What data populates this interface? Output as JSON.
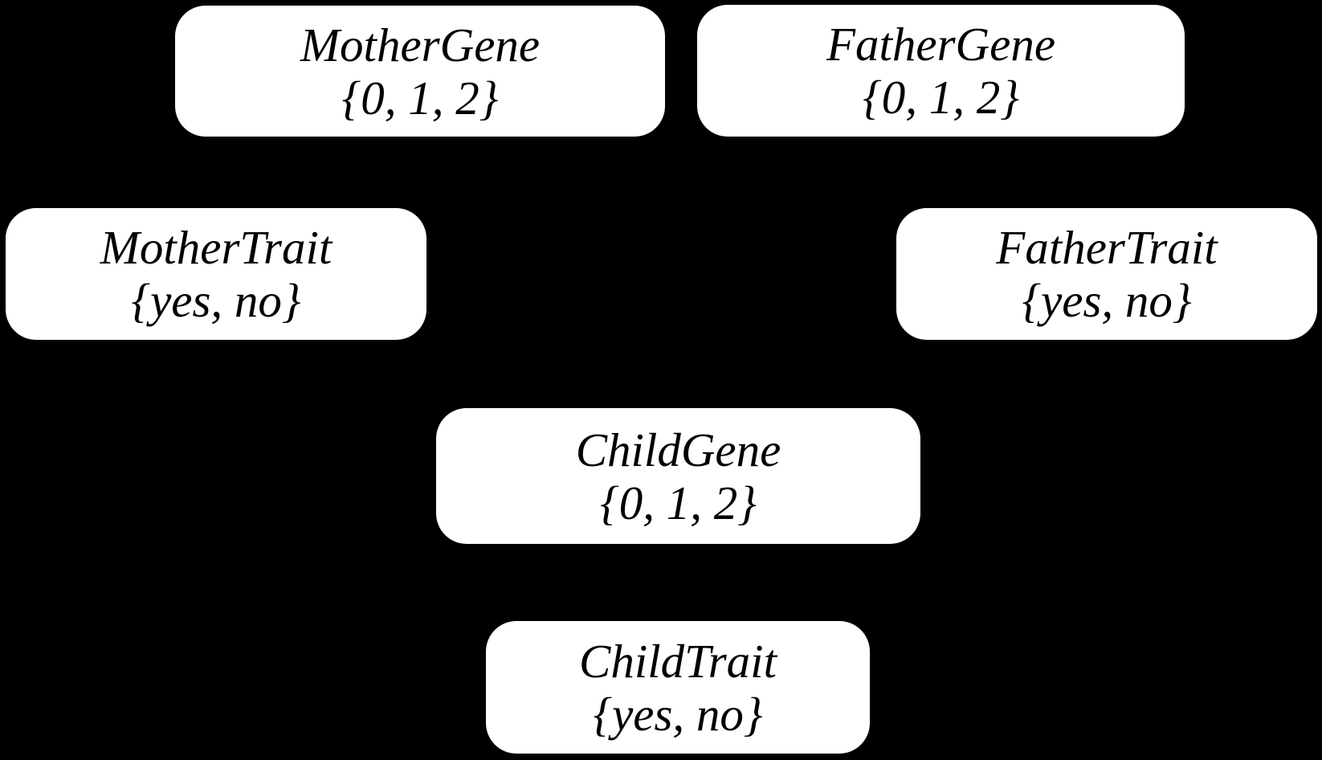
{
  "diagram": {
    "colors": {
      "background": "#000000",
      "node_fill": "#ffffff",
      "node_text": "#000000"
    },
    "nodes": [
      {
        "id": "mother-gene",
        "name": "MotherGene",
        "domain": "{0, 1, 2}"
      },
      {
        "id": "father-gene",
        "name": "FatherGene",
        "domain": "{0, 1, 2}"
      },
      {
        "id": "mother-trait",
        "name": "MotherTrait",
        "domain": "{yes, no}"
      },
      {
        "id": "father-trait",
        "name": "FatherTrait",
        "domain": "{yes, no}"
      },
      {
        "id": "child-gene",
        "name": "ChildGene",
        "domain": "{0, 1, 2}"
      },
      {
        "id": "child-trait",
        "name": "ChildTrait",
        "domain": "{yes, no}"
      }
    ]
  }
}
